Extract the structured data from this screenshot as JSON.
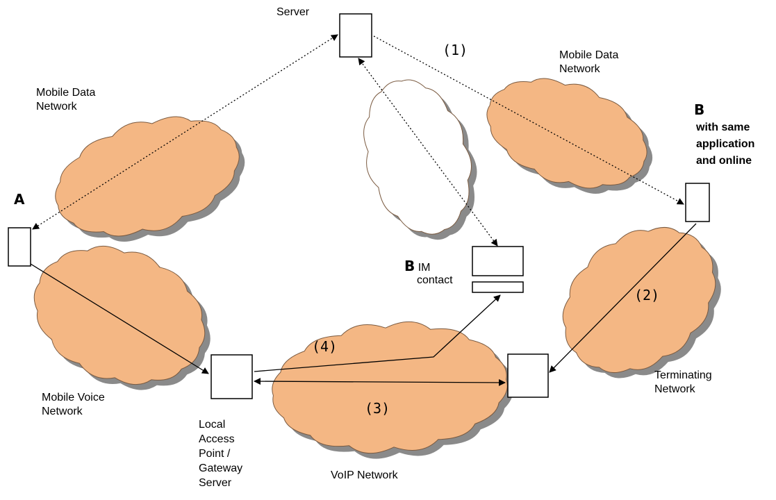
{
  "labels": {
    "server": "Server",
    "step1": "(1)",
    "mobile_data_left": "Mobile Data\nNetwork",
    "mobile_data_right": "Mobile Data\nNetwork",
    "b_right_letter": "B",
    "b_right_desc": "with same\napplication\nand online",
    "a_letter": "A",
    "b_im_letter": "B",
    "b_im_text": "IM",
    "b_im_contact": "contact",
    "step2": "(2)",
    "step3": "(3)",
    "step4": "(4)",
    "mobile_voice": "Mobile Voice\nNetwork",
    "local_access": "Local\nAccess\nPoint /\nGateway\nServer",
    "voip": "VoIP Network",
    "terminating": "Terminating\nNetwork"
  },
  "colors": {
    "cloud_fill": "#F4B784",
    "cloud_stroke": "#7A5A40",
    "cloud_shadow": "#8A8A8A",
    "white_cloud_fill": "#FFFFFF",
    "line": "#000000"
  }
}
